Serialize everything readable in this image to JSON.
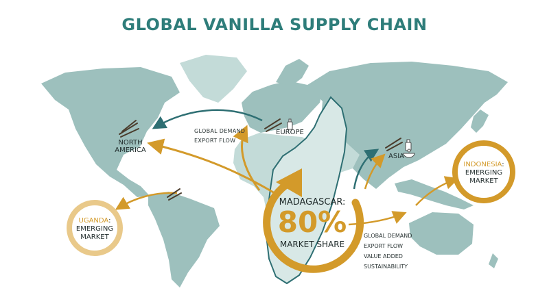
{
  "title": "GLOBAL VANILLA SUPPLY CHAIN",
  "colors": {
    "accent_gold": "#d39a2a",
    "accent_teal": "#2e6f73",
    "land": "#9dc0bd",
    "land_light": "#c3dbd8",
    "title": "#2e7d7a"
  },
  "regions": {
    "north_america": {
      "line1": "NORTH",
      "line2": "AMERICA"
    },
    "europe": {
      "label": "EUROPE"
    },
    "asia": {
      "label": "ASIA"
    }
  },
  "flow_label": {
    "line1": "GLOBAL DEMAND",
    "line2": "EXPORT FLOW"
  },
  "hub": {
    "name": "MADAGASCAR:",
    "value": "80%",
    "caption": "MARKET SHARE"
  },
  "hub_notes": [
    "GLOBAL DEMAND",
    "EXPORT FLOW",
    "VALUE ADDED",
    "SUSTAINABILITY"
  ],
  "badges": {
    "uganda": {
      "name": "UGANDA",
      "line2": "EMERGING",
      "line3": "MARKET"
    },
    "indonesia": {
      "name": "INDONESIA",
      "line2": "EMERGING",
      "line3": "MARKET"
    }
  },
  "icons": [
    "vanilla-beans-icon",
    "vanilla-bottle-icon",
    "vanilla-bowl-icon",
    "flow-arrow-icon"
  ]
}
